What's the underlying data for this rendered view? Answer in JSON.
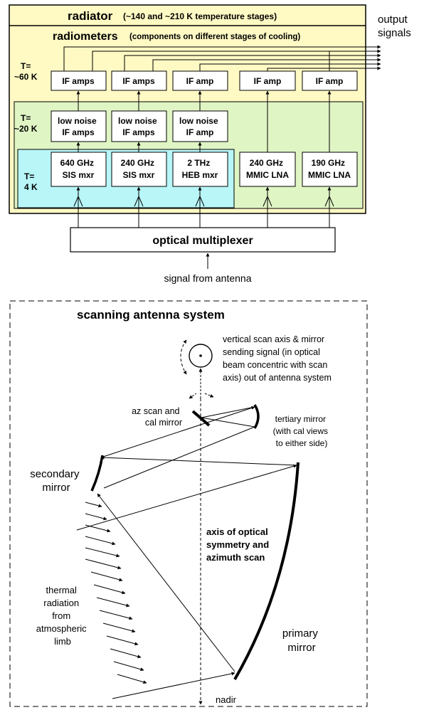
{
  "radiator": {
    "title": "radiator",
    "subtitle": "(~140 and ~210 K temperature stages)",
    "fill": "#fff9c4"
  },
  "radiometers": {
    "title": "radiometers",
    "subtitle": "(components on different stages of cooling)"
  },
  "output_label": [
    "output",
    "signals"
  ],
  "stages": {
    "t60_line1": "T=",
    "t60_line2": "~60 K",
    "t20_line1": "T=",
    "t20_line2": "~20 K",
    "t4_line1": "T=",
    "t4_line2": "4 K",
    "stage20_fill": "#dff5c4",
    "stage4_fill": "#b8f6f8"
  },
  "if_amps": [
    "IF amps",
    "IF amps",
    "IF amp",
    "IF amp",
    "IF amp"
  ],
  "lna_blocks": [
    [
      "low noise",
      "IF amps"
    ],
    [
      "low noise",
      "IF amps"
    ],
    [
      "low noise",
      "IF amp"
    ]
  ],
  "mixers": [
    [
      "640 GHz",
      "SIS mxr"
    ],
    [
      "240 GHz",
      "SIS mxr"
    ],
    [
      "2 THz",
      "HEB mxr"
    ],
    [
      "240 GHz",
      "MMIC LNA"
    ],
    [
      "190 GHz",
      "MMIC LNA"
    ]
  ],
  "multiplexer": "optical multiplexer",
  "antenna_signal": "signal from antenna",
  "antenna": {
    "title": "scanning  antenna system",
    "vertical_scan": [
      "vertical scan axis & mirror",
      "sending signal (in optical",
      "beam concentric with scan",
      "axis) out of antenna system"
    ],
    "az_scan": [
      "az scan and",
      "cal mirror"
    ],
    "tertiary": [
      "tertiary mirror",
      "(with cal views",
      "to either side)"
    ],
    "secondary": [
      "secondary",
      "mirror"
    ],
    "axis": [
      "axis of optical",
      "symmetry and",
      "azimuth scan"
    ],
    "thermal": [
      "thermal",
      "radiation",
      "from",
      "atmospheric",
      "limb"
    ],
    "primary": [
      "primary",
      "mirror"
    ],
    "nadir": "nadir"
  }
}
